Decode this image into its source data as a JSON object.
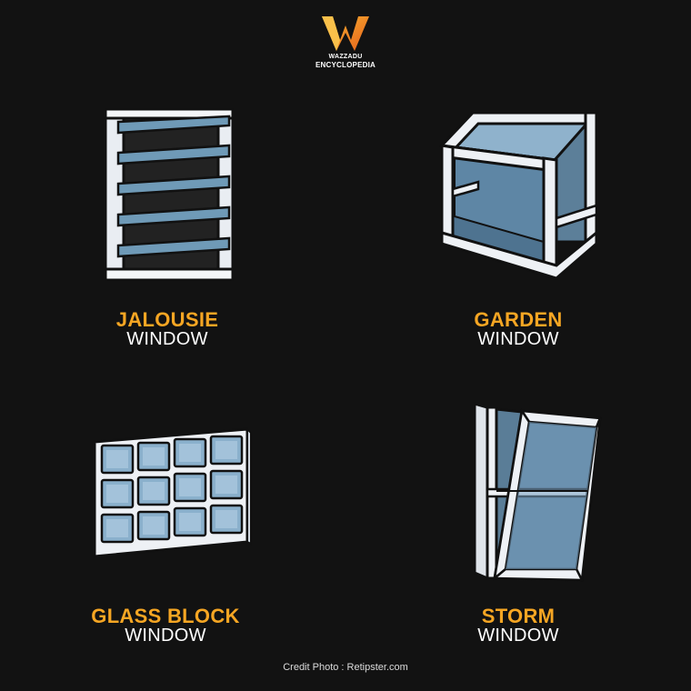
{
  "brand": {
    "name_top": "WAZZADU",
    "name_bottom": "ENCYCLOPEDIA",
    "icon": "w-logo-icon",
    "accent": "#f6a623"
  },
  "windows": [
    {
      "title": "JALOUSIE",
      "subtitle": "WINDOW",
      "icon": "jalousie-window-icon"
    },
    {
      "title": "GARDEN",
      "subtitle": "WINDOW",
      "icon": "garden-window-icon"
    },
    {
      "title": "GLASS BLOCK",
      "subtitle": "WINDOW",
      "icon": "glass-block-window-icon"
    },
    {
      "title": "STORM",
      "subtitle": "WINDOW",
      "icon": "storm-window-icon"
    }
  ],
  "credit": "Credit Photo : Retipster.com",
  "colors": {
    "background": "#121212",
    "title": "#f6a623",
    "glass": "#6f9ab7",
    "frame": "#f2f4f7"
  }
}
